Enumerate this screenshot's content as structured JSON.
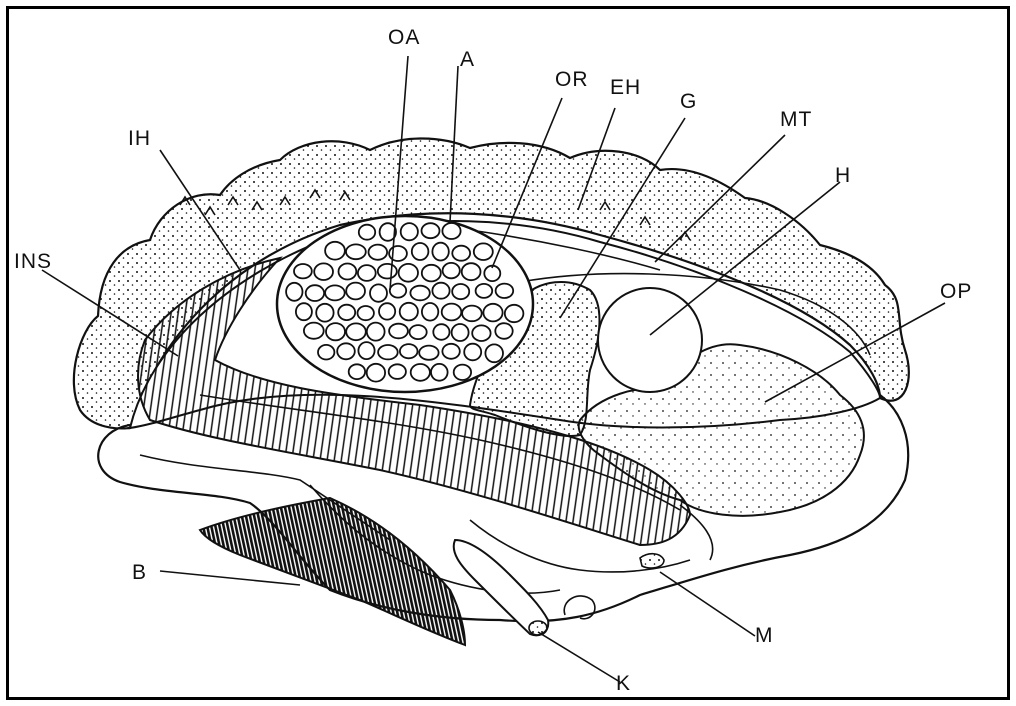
{
  "figure": {
    "border_color": "#000000",
    "ink_color": "#111111",
    "background_color": "#ffffff"
  },
  "labels": {
    "oa": "OA",
    "a": "A",
    "or": "OR",
    "eh": "EH",
    "g": "G",
    "mt": "MT",
    "h": "H",
    "ih": "IH",
    "ins": "INS",
    "op": "OP",
    "b": "B",
    "m": "M",
    "k": "K"
  }
}
